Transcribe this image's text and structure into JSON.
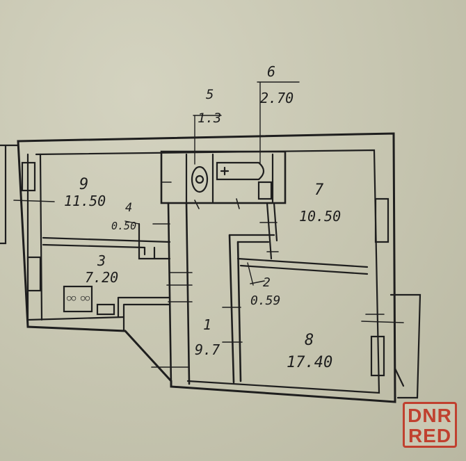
{
  "plan": {
    "rooms": [
      {
        "id": "room-1",
        "number": "1",
        "area": "9.7"
      },
      {
        "id": "room-2",
        "number": "2",
        "area": "0.59"
      },
      {
        "id": "room-3",
        "number": "3",
        "area": "7.20"
      },
      {
        "id": "room-4",
        "number": "4",
        "area": "0.50"
      },
      {
        "id": "room-5",
        "number": "5",
        "area": "1.3"
      },
      {
        "id": "room-6",
        "number": "6",
        "area": "2.70"
      },
      {
        "id": "room-7",
        "number": "7",
        "area": "10.50"
      },
      {
        "id": "room-8",
        "number": "8",
        "area": "17.40"
      },
      {
        "id": "room-9",
        "number": "9",
        "area": "11.50"
      }
    ],
    "stove_label": "○○ ○○"
  },
  "watermark": {
    "line1": "DNR",
    "line2": "RED",
    "color": "#c0402f"
  },
  "colors": {
    "ink": "#1e1e1e",
    "paper": "#c9c8b4"
  }
}
